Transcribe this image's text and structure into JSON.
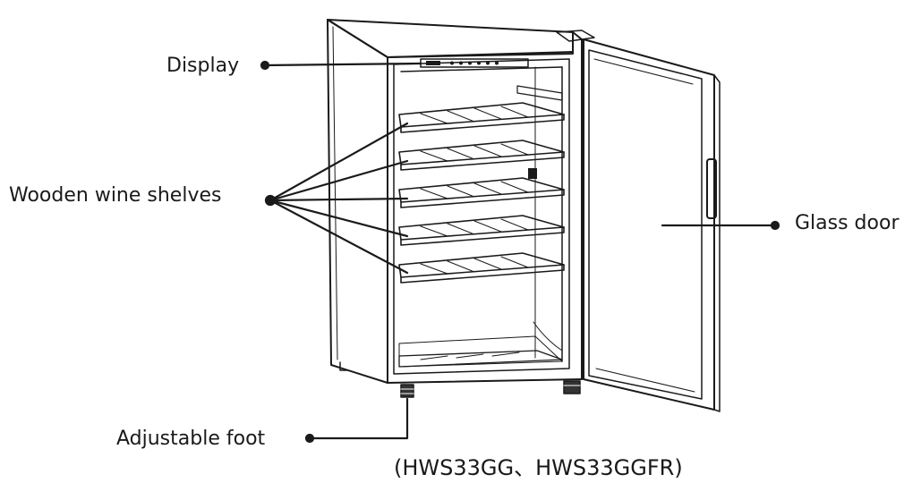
{
  "labels": {
    "display": "Display",
    "shelves": "Wooden wine shelves",
    "glass_door": "Glass door",
    "foot": "Adjustable foot"
  },
  "model": "(HWS33GG、HWS33GGFR)",
  "colors": {
    "line": "#1a1a1a",
    "background": "#ffffff"
  }
}
